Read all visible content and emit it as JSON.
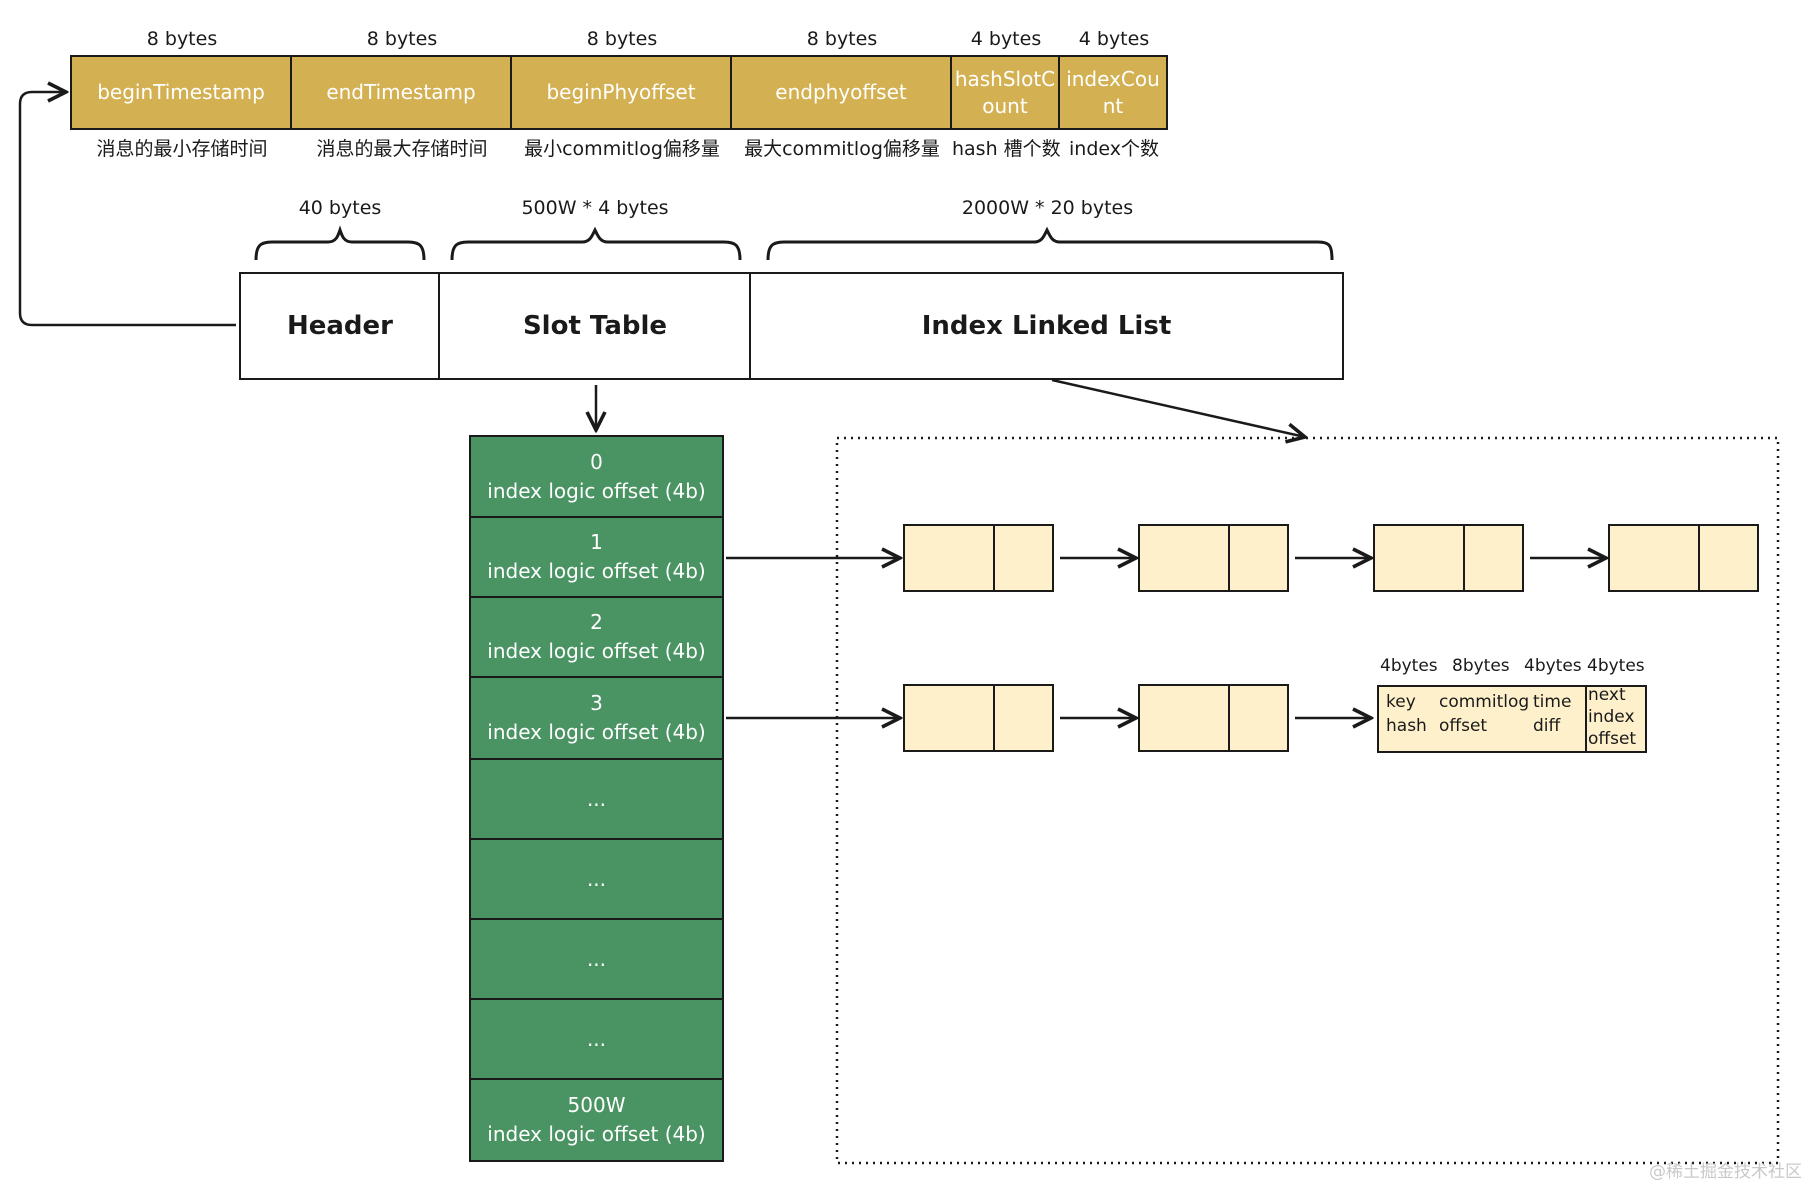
{
  "header_fields": [
    {
      "size": "8 bytes",
      "name": "beginTimestamp",
      "desc": "消息的最小存储时间"
    },
    {
      "size": "8 bytes",
      "name": "endTimestamp",
      "desc": "消息的最大存储时间"
    },
    {
      "size": "8 bytes",
      "name": "beginPhyoffset",
      "desc": "最小commitlog偏移量"
    },
    {
      "size": "8 bytes",
      "name": "endphyoffset",
      "desc": "最大commitlog偏移量"
    },
    {
      "size": "4 bytes",
      "name": "hashSlotC\nount",
      "desc": "hash 槽个数"
    },
    {
      "size": "4 bytes",
      "name": "indexCou\nnt",
      "desc": "index个数"
    }
  ],
  "sections": [
    {
      "size": "40 bytes",
      "name": "Header"
    },
    {
      "size": "500W * 4 bytes",
      "name": "Slot Table"
    },
    {
      "size": "2000W * 20 bytes",
      "name": "Index Linked List"
    }
  ],
  "slots": [
    {
      "index": "0",
      "text": "index logic offset (4b)"
    },
    {
      "index": "1",
      "text": "index logic offset (4b)"
    },
    {
      "index": "2",
      "text": "index logic offset (4b)"
    },
    {
      "index": "3",
      "text": "index logic offset (4b)"
    },
    {
      "index": "...",
      "text": ""
    },
    {
      "index": "...",
      "text": ""
    },
    {
      "index": "...",
      "text": ""
    },
    {
      "index": "...",
      "text": ""
    },
    {
      "index": "500W",
      "text": "index logic offset (4b)"
    }
  ],
  "entry_detail": {
    "sizes": [
      "4bytes",
      "8bytes",
      "4bytes",
      "4bytes"
    ],
    "fields": [
      "key\nhash",
      "commitlog\noffset",
      "time\ndiff",
      "next\nindex\noffset"
    ]
  },
  "watermark": "@稀土掘金技术社区",
  "colors": {
    "header_gold": "#d3b052",
    "slot_green": "#4a9363",
    "entry_cream": "#fdf0cb"
  }
}
